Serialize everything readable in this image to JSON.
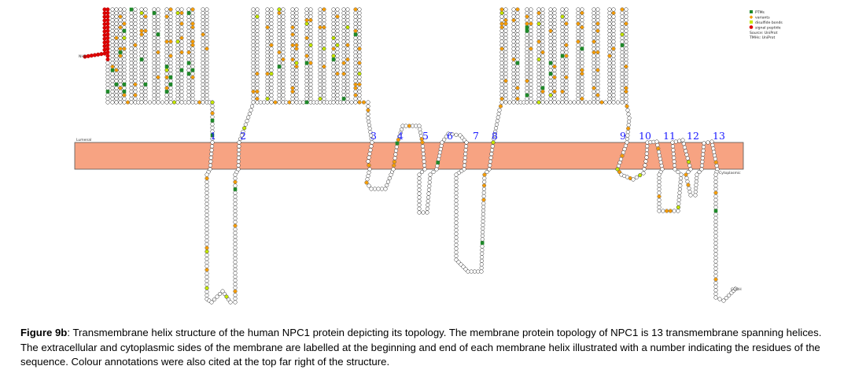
{
  "helix_labels": [
    "1",
    "2",
    "3",
    "4",
    "5",
    "6",
    "7",
    "8",
    "9",
    "10",
    "11",
    "12",
    "13"
  ],
  "membrane": {
    "extracellular_label": "Lumenal",
    "cytoplasmic_label": "Cytoplasmic",
    "n_terminus_label": "NH2",
    "c_terminus_label": "COOH"
  },
  "legend": {
    "items": [
      {
        "label": "PTMs",
        "color": "#1f8a2a",
        "shape": "square"
      },
      {
        "label": "variants",
        "color": "#f59a00",
        "shape": "diamond"
      },
      {
        "label": "disulfide bonds",
        "color": "#c6e800",
        "shape": "square"
      },
      {
        "label": "signal peptide",
        "color": "#e00000",
        "shape": "circle"
      }
    ],
    "source_lines": [
      "Source: UniProt",
      "TMHs: UniProt"
    ]
  },
  "colors": {
    "membrane_fill": "#f7a382",
    "membrane_border": "#555555",
    "residue_stroke": "#333333",
    "signal_peptide": "#e00000",
    "variant": "#f59a00",
    "ptm": "#1f8a2a",
    "disulfide": "#c6e800",
    "helix_number": "#1a1aff"
  },
  "caption": {
    "label": "Figure 9b",
    "text": ": Transmembrane helix structure of the human NPC1 protein depicting its topology. The membrane protein topology of NPC1 is 13 transmembrane spanning helices. The extracellular and cytoplasmic sides of the membrane are labelled at the beginning and end of each membrane helix illustrated with a number indicating the residues of the sequence. Colour annotations were also cited at the top far right of the structure."
  }
}
